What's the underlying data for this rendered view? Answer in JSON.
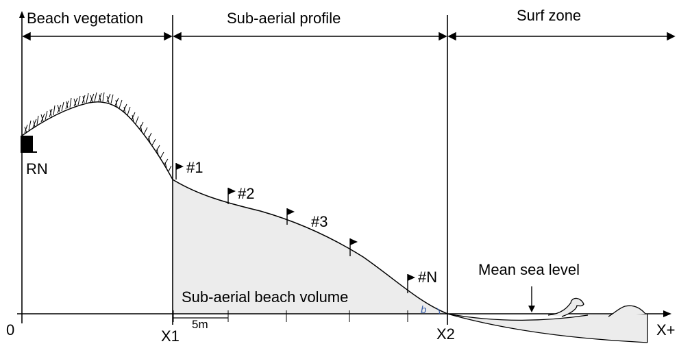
{
  "zones": {
    "vegetation": "Beach vegetation",
    "subaerial": "Sub-aerial profile",
    "surf": "Surf zone"
  },
  "labels": {
    "origin": "0",
    "x1": "X1",
    "x2": "X2",
    "xplus": "X+",
    "rn": "RN",
    "scale": "5m",
    "volume": "Sub-aerial beach volume",
    "msl": "Mean sea level",
    "slope": "b"
  },
  "flags": [
    "#1",
    "#2",
    "#3",
    "#N"
  ],
  "colors": {
    "line": "#000000",
    "fill": "#ececec",
    "slope": "#3a5fa8"
  }
}
